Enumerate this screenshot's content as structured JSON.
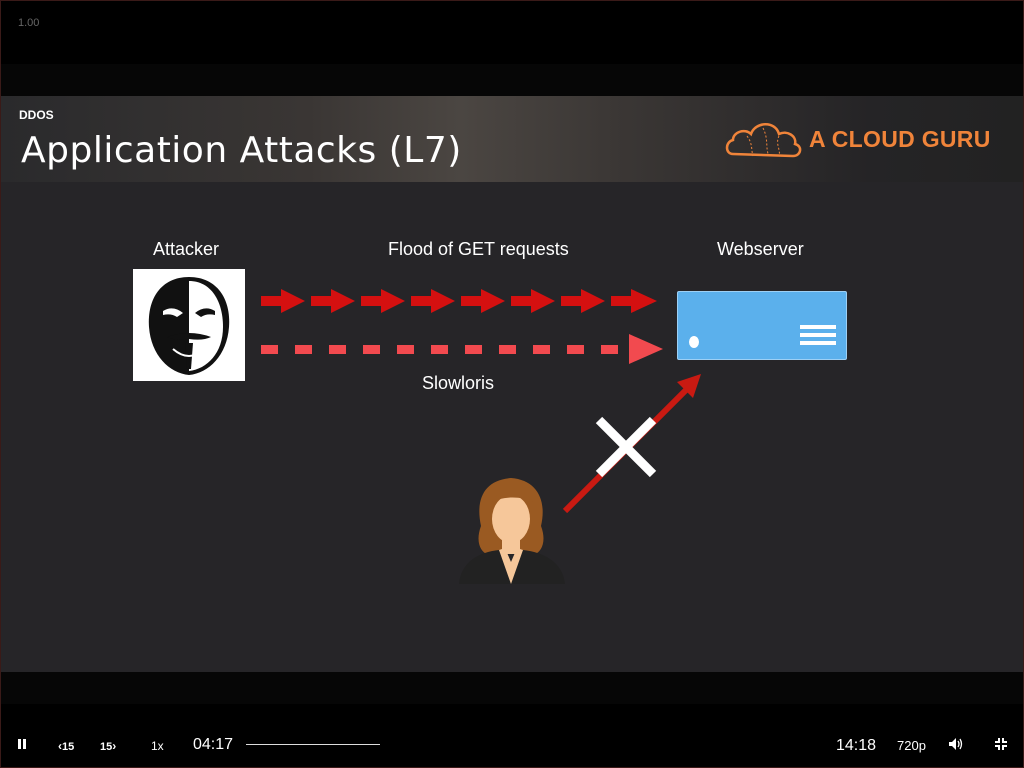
{
  "player": {
    "speed_readout": "1.00",
    "current_time": "04:17",
    "duration": "14:18",
    "quality": "720p",
    "rate": "1x",
    "rewind_label": "15",
    "forward_label": "15",
    "progress_fraction": 0.3,
    "icons": [
      "pause-icon",
      "rewind-15-icon",
      "forward-15-icon",
      "volume-icon",
      "exit-fullscreen-icon"
    ]
  },
  "slide": {
    "section": "DDOS",
    "title": "Application Attacks (L7)",
    "brand": "A CLOUD GURU",
    "brand_color": "#f0843a",
    "labels": {
      "attacker": "Attacker",
      "flood": "Flood of GET requests",
      "webserver": "Webserver",
      "slowloris": "Slowloris"
    },
    "colors": {
      "flood_arrow": "#d41010",
      "slowloris_arrow": "#f24a4f",
      "server": "#5bb0ec",
      "user_arrow": "#c91a12"
    }
  }
}
